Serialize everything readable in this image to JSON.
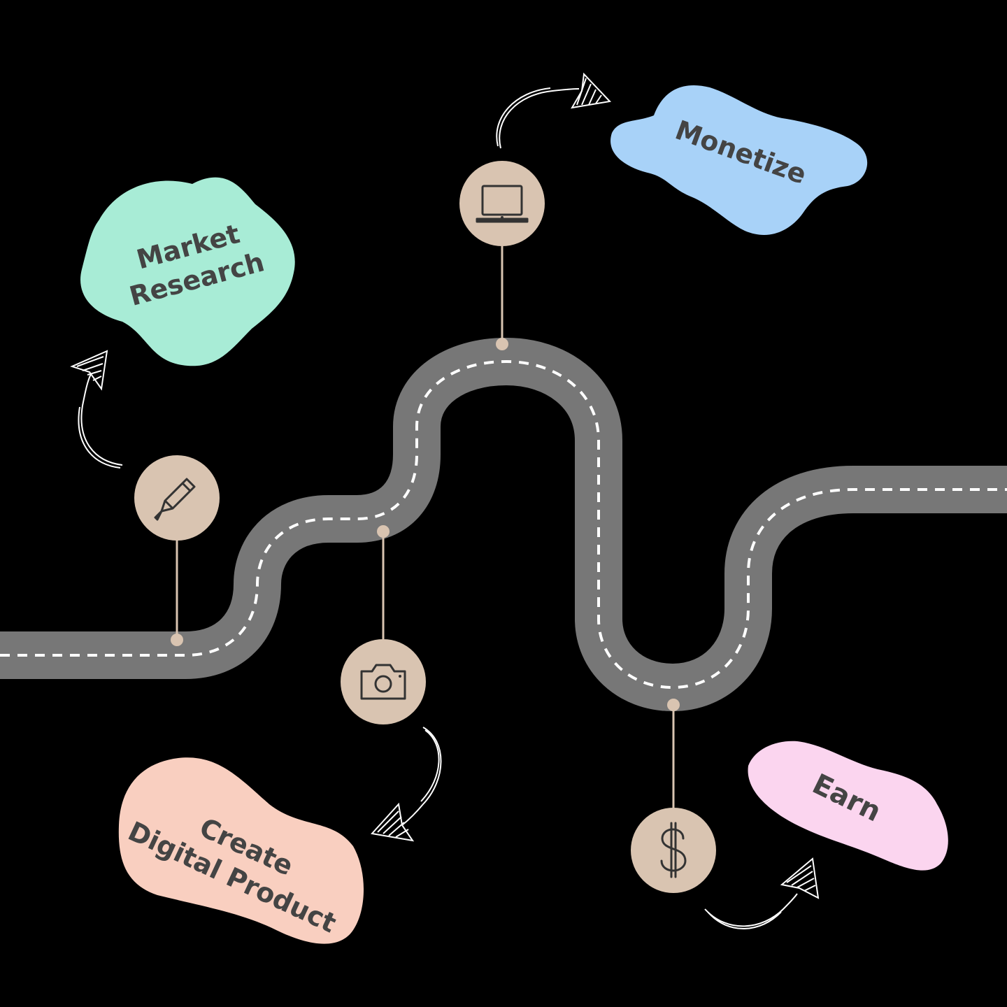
{
  "colors": {
    "background": "#000000",
    "road": "#777777",
    "road_dash": "#ffffff",
    "node": "#d9c4b1",
    "icon": "#333333",
    "label_text": "#444444",
    "arrow": "#ffffff"
  },
  "steps": [
    {
      "id": "market-research",
      "line1": "Market",
      "line2": "Research",
      "icon": "pencil-icon",
      "blob_color": "#a8ecd6"
    },
    {
      "id": "create-digital-product",
      "line1": "Create",
      "line2": "Digital Product",
      "icon": "camera-icon",
      "blob_color": "#f9cfc0"
    },
    {
      "id": "monetize",
      "line1": "Monetize",
      "line2": "",
      "icon": "laptop-icon",
      "blob_color": "#a8d2f8"
    },
    {
      "id": "earn",
      "line1": "Earn",
      "line2": "",
      "icon": "dollar-icon",
      "blob_color": "#fbd5ef"
    }
  ]
}
